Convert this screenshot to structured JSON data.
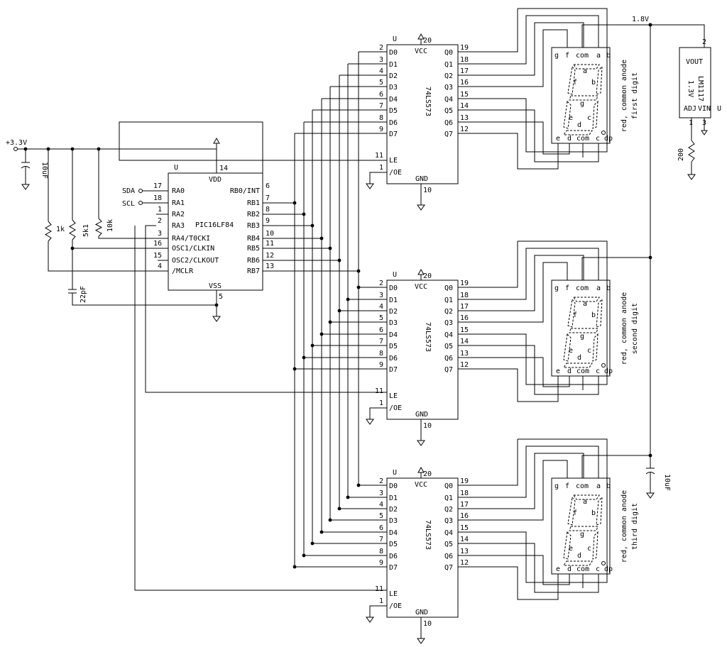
{
  "power": {
    "v33": "+3.3V",
    "v18": "1.8V"
  },
  "parts": {
    "c1": "10uF",
    "c2": "22pF",
    "c3": "10uF",
    "r1": "1k",
    "r2": "5k1",
    "r3": "10k",
    "r4": "200"
  },
  "bus": {
    "sda": "SDA",
    "scl": "SCL"
  },
  "pic": {
    "name": "PIC16LF84",
    "unit": "U",
    "vdd": "VDD",
    "vss": "VSS",
    "vdd_pin": "14",
    "vss_pin": "5",
    "left_pins": [
      {
        "num": "17",
        "label": "RA0"
      },
      {
        "num": "18",
        "label": "RA1"
      },
      {
        "num": "1",
        "label": "RA2"
      },
      {
        "num": "2",
        "label": "RA3"
      },
      {
        "num": "3",
        "label": "RA4/T0CKI"
      },
      {
        "num": "16",
        "label": "OSC1/CLKIN"
      },
      {
        "num": "15",
        "label": "OSC2/CLKOUT"
      },
      {
        "num": "4",
        "label": "/MCLR"
      }
    ],
    "right_pins": [
      {
        "num": "6",
        "label": "RB0/INT"
      },
      {
        "num": "7",
        "label": "RB1"
      },
      {
        "num": "8",
        "label": "RB2"
      },
      {
        "num": "9",
        "label": "RB3"
      },
      {
        "num": "10",
        "label": "RB4"
      },
      {
        "num": "11",
        "label": "RB5"
      },
      {
        "num": "12",
        "label": "RB6"
      },
      {
        "num": "13",
        "label": "RB7"
      }
    ]
  },
  "latch": {
    "name": "74LS573",
    "unit": "U",
    "vcc": "VCC",
    "gnd": "GND",
    "vcc_pin": "20",
    "gnd_pin": "10",
    "d_pins": [
      {
        "num": "2",
        "label": "D0"
      },
      {
        "num": "3",
        "label": "D1"
      },
      {
        "num": "4",
        "label": "D2"
      },
      {
        "num": "5",
        "label": "D3"
      },
      {
        "num": "6",
        "label": "D4"
      },
      {
        "num": "7",
        "label": "D5"
      },
      {
        "num": "8",
        "label": "D6"
      },
      {
        "num": "9",
        "label": "D7"
      }
    ],
    "q_pins": [
      {
        "num": "19",
        "label": "Q0"
      },
      {
        "num": "18",
        "label": "Q1"
      },
      {
        "num": "17",
        "label": "Q2"
      },
      {
        "num": "16",
        "label": "Q3"
      },
      {
        "num": "15",
        "label": "Q4"
      },
      {
        "num": "14",
        "label": "Q5"
      },
      {
        "num": "13",
        "label": "Q6"
      },
      {
        "num": "12",
        "label": "Q7"
      }
    ],
    "le": {
      "num": "11",
      "label": "LE"
    },
    "oe": {
      "num": "1",
      "label": "/OE"
    }
  },
  "display": {
    "top_pins": [
      "g",
      "f",
      "com",
      "a",
      "b"
    ],
    "bottom_pins": [
      "e",
      "d",
      "com",
      "c",
      "dp"
    ],
    "segments": [
      "a",
      "b",
      "c",
      "d",
      "e",
      "f",
      "g"
    ],
    "type": "red, common anode",
    "digits": [
      "first digit",
      "second digit",
      "third digit"
    ]
  },
  "regulator": {
    "name": "LM1117",
    "voltage": "1.3V",
    "unit": "U",
    "vout": "VOUT",
    "adj": "ADJ",
    "vin": "VIN",
    "pin_vout": "2",
    "pin_adj": "1",
    "pin_vin": "3"
  }
}
